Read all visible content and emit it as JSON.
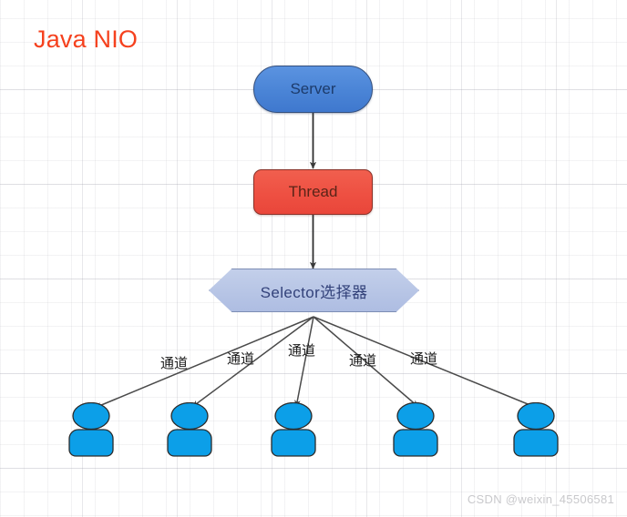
{
  "diagram": {
    "title": "Java NIO",
    "title_color": "#f5411e",
    "watermark": "CSDN @weixin_45506581",
    "nodes": {
      "server": {
        "label": "Server",
        "shape": "stadium",
        "fill": "#4a84d6",
        "text_color": "#1d3b6b"
      },
      "thread": {
        "label": "Thread",
        "shape": "rounded-rect",
        "fill": "#ee5042",
        "text_color": "#5a2418"
      },
      "selector": {
        "label": "Selector选择器",
        "shape": "hexagon",
        "fill": "#b6c4e5",
        "text_color": "#33427a"
      }
    },
    "edges": [
      {
        "from": "server",
        "to": "thread",
        "label": ""
      },
      {
        "from": "thread",
        "to": "selector",
        "label": ""
      },
      {
        "from": "selector",
        "to": "client-1",
        "label": "通道"
      },
      {
        "from": "selector",
        "to": "client-2",
        "label": "通道"
      },
      {
        "from": "selector",
        "to": "client-3",
        "label": "通道"
      },
      {
        "from": "selector",
        "to": "client-4",
        "label": "通道"
      },
      {
        "from": "selector",
        "to": "client-5",
        "label": "通道"
      }
    ],
    "channel_labels": [
      "通道",
      "通道",
      "通道",
      "通道",
      "通道"
    ],
    "clients": [
      {
        "name": "client-1",
        "fill": "#0c9fe8"
      },
      {
        "name": "client-2",
        "fill": "#0c9fe8"
      },
      {
        "name": "client-3",
        "fill": "#0c9fe8"
      },
      {
        "name": "client-4",
        "fill": "#0c9fe8"
      },
      {
        "name": "client-5",
        "fill": "#0c9fe8"
      }
    ],
    "edge_color": "#3a3a3a"
  }
}
